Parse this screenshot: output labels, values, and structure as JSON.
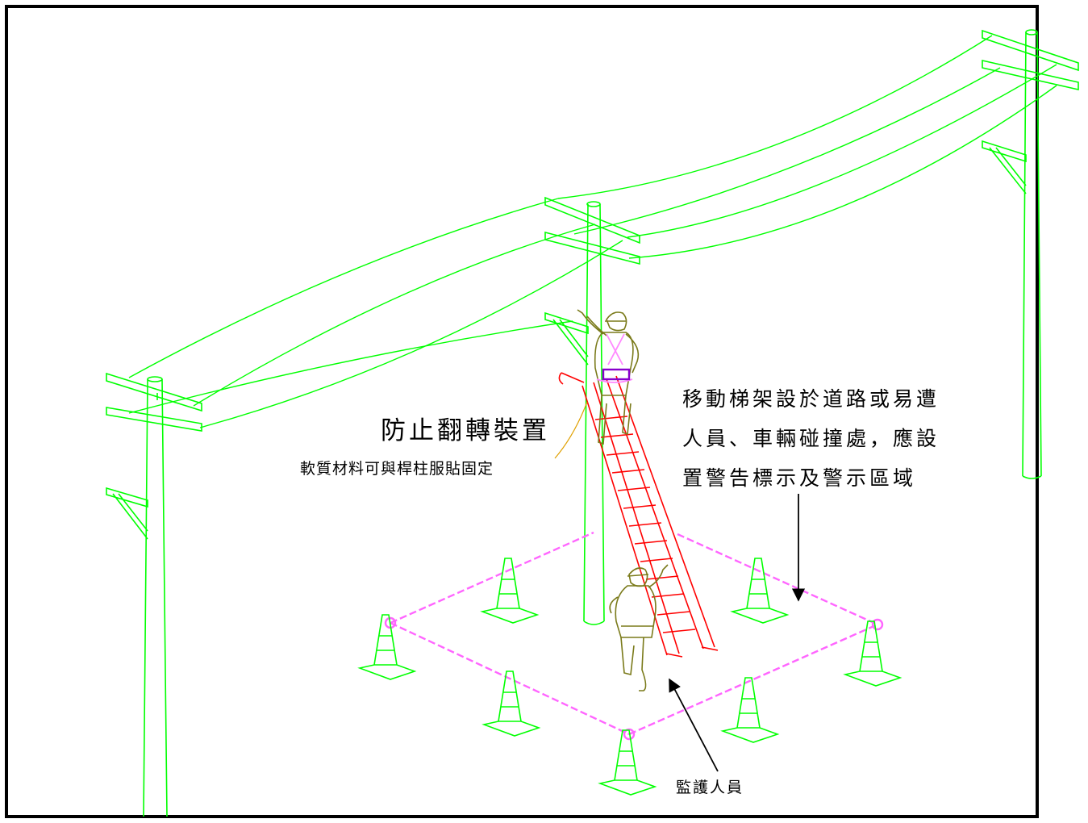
{
  "labels": {
    "anti_overturn_title": "防止翻轉裝置",
    "anti_overturn_note": "軟質材料可與桿柱服貼固定",
    "warning_lines": [
      "移動梯架設於道路或易遭",
      "人員、車輛碰撞處，應設",
      "置警告標示及警示區域"
    ],
    "supervisor": "監護人員"
  },
  "colors": {
    "structure": "#00ff00",
    "worker": "#7a7a1a",
    "ladder": "#ff0000",
    "rope": "#ff66ff",
    "harness": "#ff88ff",
    "belt": "#8800cc",
    "frame": "#000000",
    "leader": "#e0a000"
  }
}
